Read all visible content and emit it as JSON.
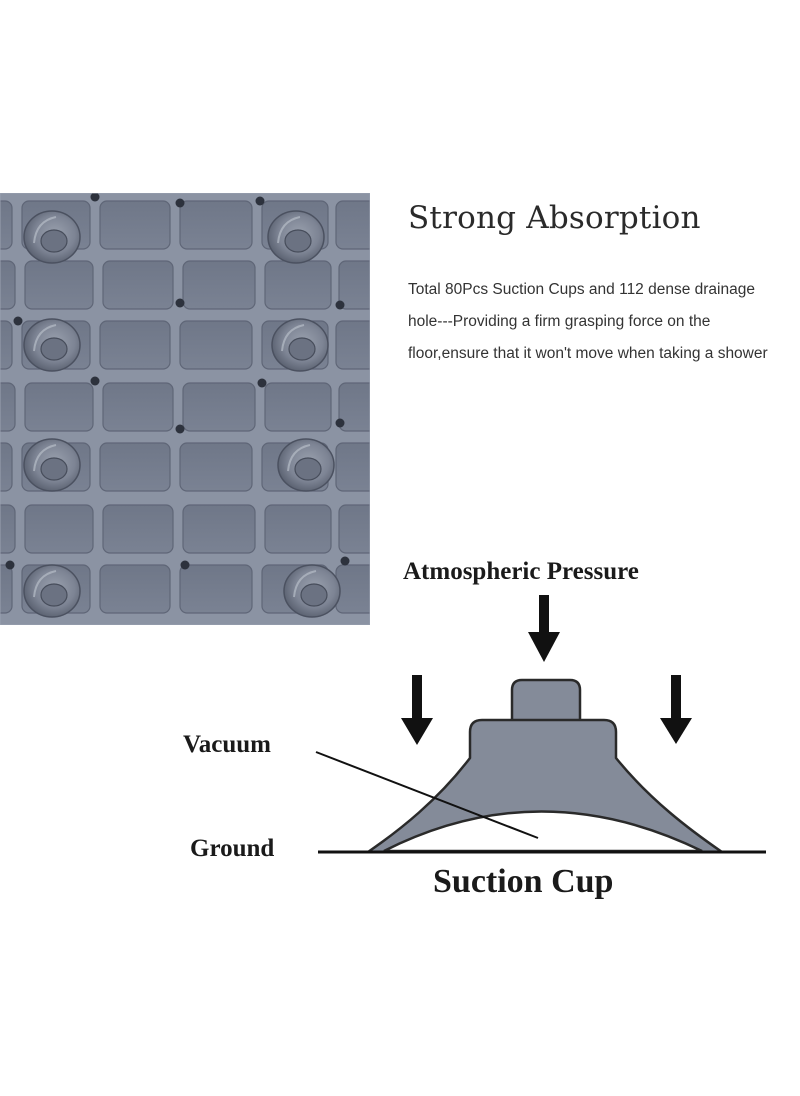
{
  "heading": "Strong Absorption",
  "description": "Total  80Pcs Suction Cups and 112 dense drainage hole---Providing a firm grasping force on the floor,ensure that it won't move when taking a shower",
  "diagram": {
    "label_pressure": "Atmospheric Pressure",
    "label_vacuum": "Vacuum",
    "label_ground": "Ground",
    "label_title": "Suction Cup"
  },
  "colors": {
    "mat": "#7d8596",
    "mat_dark": "#5d6474",
    "cup_gray": "#848b99",
    "ink": "#1a1a1a"
  }
}
